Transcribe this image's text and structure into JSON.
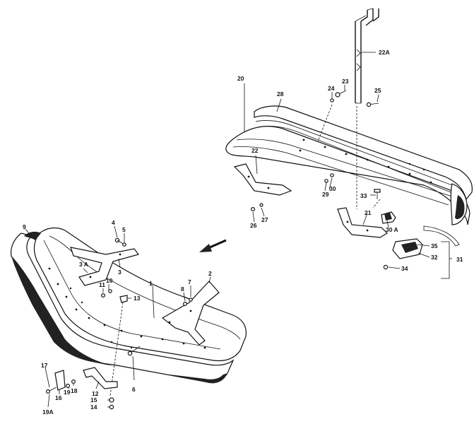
{
  "labels": {
    "l1": "1",
    "l2": "2",
    "l3": "3",
    "l3a": "3 A",
    "l4": "4",
    "l5": "5",
    "l6": "6",
    "l7": "7",
    "l8": "8",
    "l9": "9",
    "l10": "10",
    "l11": "11",
    "l12": "12",
    "l13": "13",
    "l14": "14",
    "l15": "15",
    "l16": "16",
    "l17": "17",
    "l18": "18",
    "l19": "19",
    "l19a": "19A",
    "l20": "20",
    "l21": "21",
    "l22": "22",
    "l22a": "22A",
    "l23": "23",
    "l24": "24",
    "l25": "25",
    "l26": "26",
    "l27": "27",
    "l28": "28",
    "l29": "29",
    "l30": "30",
    "l30a": "30 A",
    "l31": "31",
    "l32": "32",
    "l33": "33",
    "l34": "34",
    "l35": "35"
  }
}
